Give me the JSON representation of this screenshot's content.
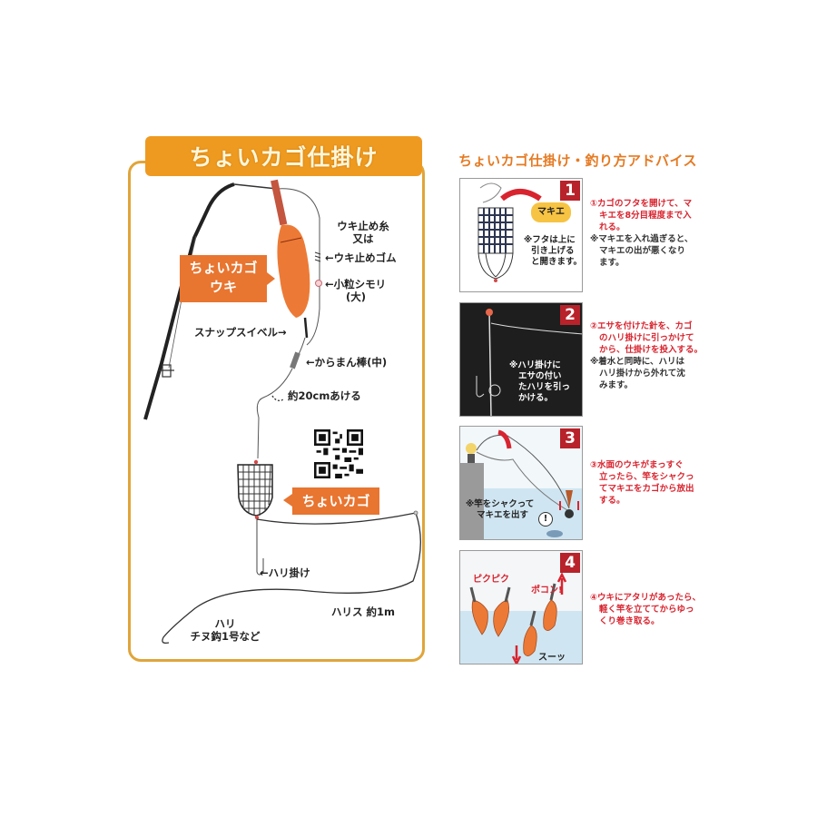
{
  "left_panel": {
    "title": "ちょいカゴ仕掛け",
    "callouts": {
      "float": [
        "ちょいカゴ",
        "ウキ"
      ],
      "basket": "ちょいカゴ"
    },
    "labels": {
      "stopper_line_1": "ウキ止め糸",
      "stopper_line_2": "又は",
      "stopper_rubber": "←ウキ止めゴム",
      "bead_1": "←小粒シモリ",
      "bead_2": "(大)",
      "snap_swivel": "スナップスイベル→",
      "karaman_rod": "←からまん棒(中)",
      "gap": "約20cmあける",
      "hook_hanger": "←ハリ掛け",
      "leader": "ハリス 約1m",
      "hook_1": "ハリ",
      "hook_2": "チヌ鈎1号など"
    },
    "float_text": "ちょいカゴウキ",
    "qr_code": "qr-code-icon"
  },
  "right_panel": {
    "title": "ちょいカゴ仕掛け・釣り方アドバイス",
    "steps": [
      {
        "number": "1",
        "image_badge": "マキエ",
        "image_note": [
          "※フタは上に",
          "引き上げる",
          "と開きます。"
        ],
        "description": [
          "①カゴのフタを開けて、マ",
          "キエを8分目程度まで入",
          "れる。"
        ],
        "note": [
          "※マキエを入れ過ぎると、",
          "マキエの出が悪くなり",
          "ます。"
        ]
      },
      {
        "number": "2",
        "image_note": [
          "※ハリ掛けに",
          "エサの付い",
          "たハリを引っ",
          "かける。"
        ],
        "description": [
          "②エサを付けた針を、カゴ",
          "のハリ掛けに引っかけて",
          "から、仕掛けを投入する。"
        ],
        "note": [
          "※着水と同時に、ハリは",
          "ハリ掛けから外れて沈",
          "みます。"
        ]
      },
      {
        "number": "3",
        "image_note": [
          "※竿をシャクって",
          "マキエを出す"
        ],
        "image_exclaim": "!",
        "description": [
          "③水面のウキがまっすぐ",
          "立ったら、竿をシャクっ",
          "てマキエをカゴから放出",
          "する。"
        ],
        "note": []
      },
      {
        "number": "4",
        "image_labels": {
          "twitch": "ピクピク",
          "pop": "ポコン!",
          "sink": "スーッ"
        },
        "description": [
          "④ウキにアタリがあったら、",
          "軽く竿を立ててからゆっ",
          "くり巻き取る。"
        ],
        "note": []
      }
    ]
  },
  "colors": {
    "banner_orange": "#ee9a21",
    "frame_gold": "#e0a53a",
    "callout_orange": "#e87530",
    "float_orange": "#ec7a36",
    "title_orange": "#e57a22",
    "step_red": "#b8222a",
    "desc_red": "#d8242f",
    "water_blue": "#cfe6f2",
    "night_dark": "#1e1e1e"
  }
}
